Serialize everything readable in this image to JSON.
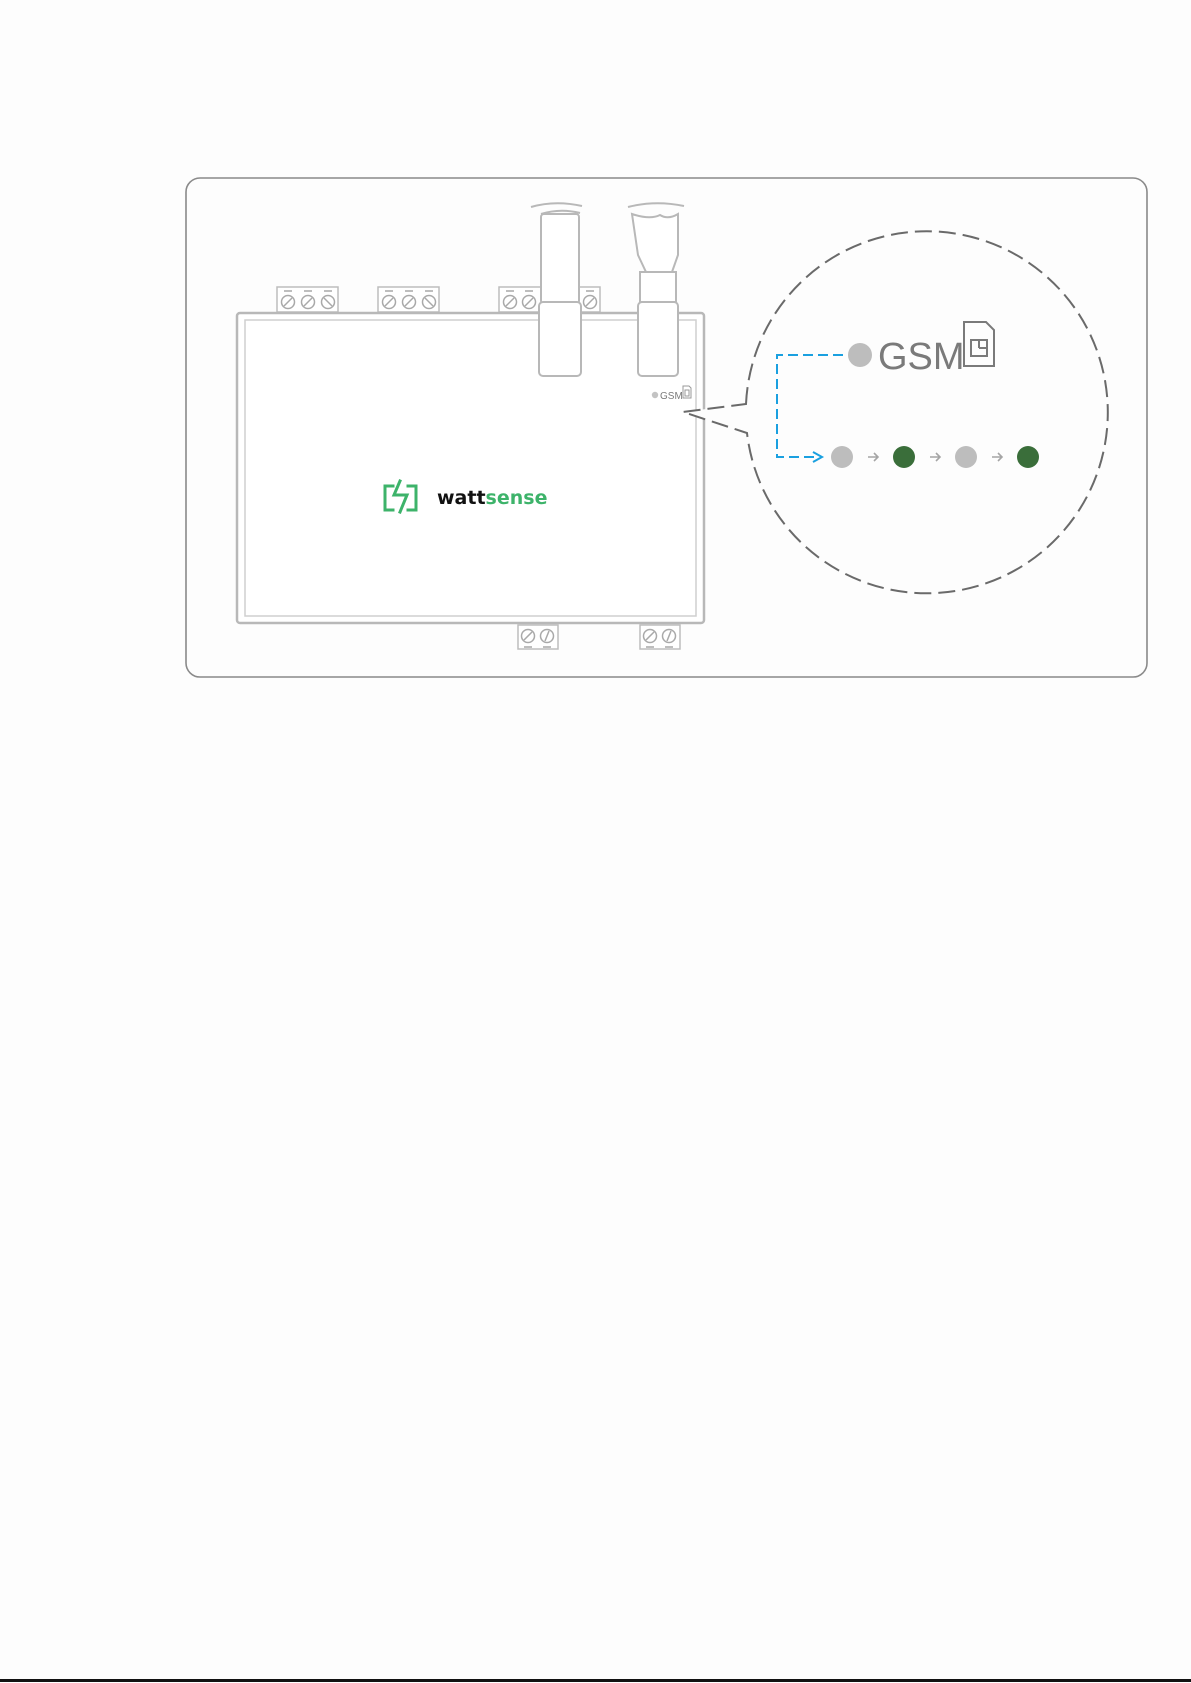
{
  "device": {
    "led_label": "GSM",
    "logo": {
      "name_part1": "watt",
      "name_part2": "sense"
    }
  },
  "callout": {
    "led_label": "GSM"
  },
  "led_sequence": {
    "states": [
      "off",
      "on",
      "off",
      "on"
    ]
  },
  "colors": {
    "led_off": "#bdbdbd",
    "led_on": "#3a6e3a",
    "brand_green": "#3db36a",
    "arrow_blue": "#1aa0e0",
    "outline": "#b8b8b8",
    "dash": "#6a6a6a"
  },
  "icons": {
    "sim": "sim-card-icon",
    "screw": "screw-icon",
    "logo": "wattsense-bolt-icon"
  }
}
